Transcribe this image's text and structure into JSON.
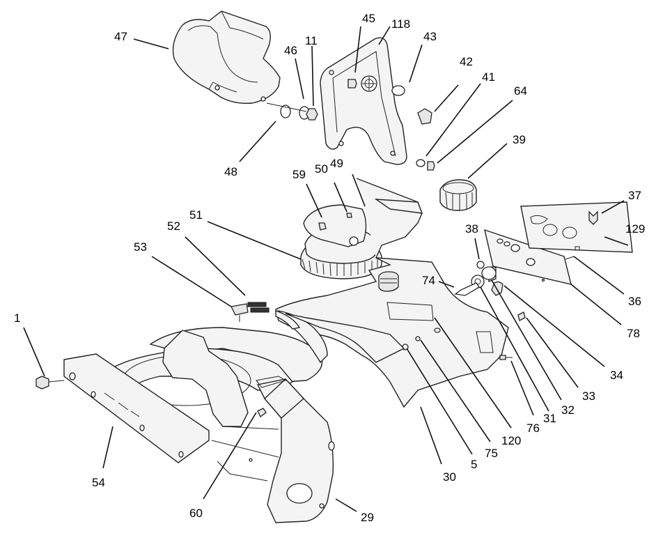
{
  "diagram": {
    "callouts": {
      "c47": "47",
      "c46": "46",
      "c11": "11",
      "c45": "45",
      "c118": "118",
      "c43": "43",
      "c42": "42",
      "c41": "41",
      "c64": "64",
      "c48": "48",
      "c39": "39",
      "c59": "59",
      "c50": "50",
      "c49": "49",
      "c37": "37",
      "c51": "51",
      "c52": "52",
      "c38": "38",
      "c129": "129",
      "c53": "53",
      "c74": "74",
      "c36": "36",
      "c1": "1",
      "c78": "78",
      "c34": "34",
      "c33": "33",
      "c32": "32",
      "c31": "31",
      "c76": "76",
      "c120": "120",
      "c75": "75",
      "c5": "5",
      "c30": "30",
      "c54": "54",
      "c60": "60",
      "c29": "29"
    }
  }
}
